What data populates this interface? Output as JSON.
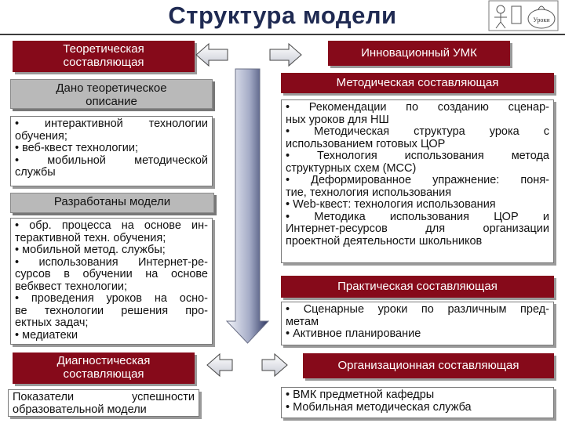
{
  "title": "Структура модели",
  "logo": {
    "caption": "Уроки"
  },
  "left": {
    "theoretical_header": [
      "Теоретическая",
      "составляющая"
    ],
    "given_header": [
      "Дано теоретическое",
      "описание"
    ],
    "given_items": [
      "• интерактивной технологии обучения;",
      "• веб-квест технологии;",
      "• мобильной методической службы"
    ],
    "developed_header": "Разработаны модели",
    "developed_items": [
      "• обр. процесса на основе интерактивной техн. обучения;",
      "• мобильной метод. службы;",
      "• использования Интернет-ресурсов в обучении на основе вебквест технологии;",
      "• проведения уроков на основе технологии решения проектных задач;",
      "• медиатеки"
    ],
    "diagnostic_header": [
      "Диагностическая",
      "составляющая"
    ],
    "diagnostic_text": "Показатели успешности образовательной модели"
  },
  "right": {
    "innovative_header": "Инновационный УМК",
    "methodical_header": "Методическая составляющая",
    "methodical_items": [
      "• Рекомендации по созданию сценарных уроков для НШ",
      "• Методическая структура урока с использованием готовых ЦОР",
      "• Технология использования метода структурных схем (МСС)",
      "• Деформированное упражнение: понятие, технология использования",
      "• Web-квест: технология использования",
      "• Методика использования ЦОР и Интернет-ресурсов для организации проектной деятельности школьников"
    ],
    "practical_header": "Практическая составляющая",
    "practical_items": [
      "• Сценарные уроки по различным предметам",
      "• Активное планирование"
    ],
    "organizational_header": "Организационная составляющая",
    "organizational_items": [
      "• ВМК предметной кафедры",
      "• Мобильная методическая служба"
    ]
  }
}
